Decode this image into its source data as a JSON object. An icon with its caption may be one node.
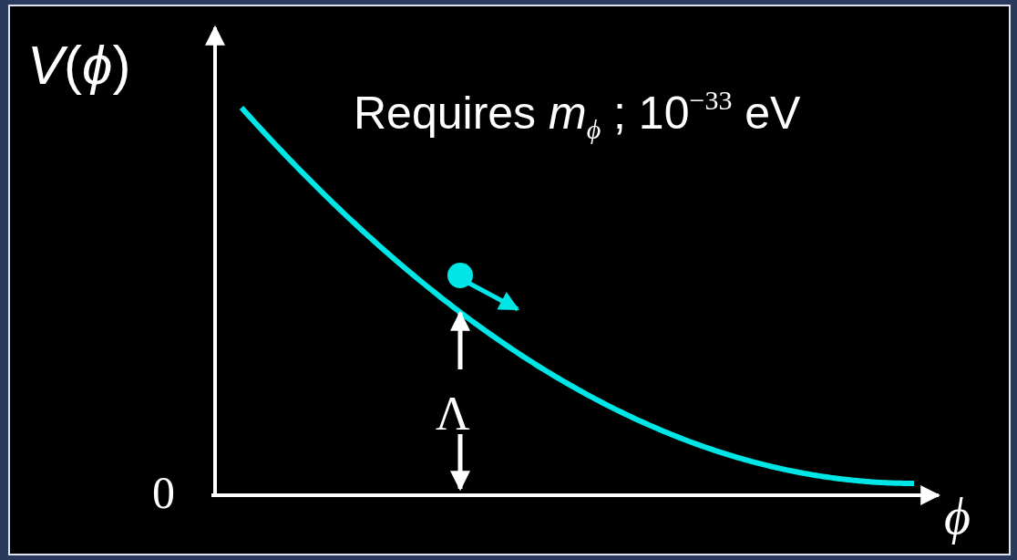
{
  "diagram": {
    "labels": [
      "*V*(*ϕ*)",
      "Requires *m*$_{ϕ}$ ; 10$^{−33}$ eV",
      "Λ",
      "0",
      "ϕ"
    ]
  }
}
